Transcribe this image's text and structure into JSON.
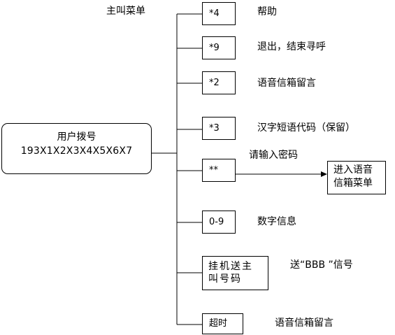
{
  "title": "主叫菜单",
  "start": {
    "line1": "用户拨号",
    "line2": "193X1X2X3X4X5X6X7"
  },
  "options": [
    {
      "code": "*4",
      "desc": "帮助"
    },
    {
      "code": "*9",
      "desc": "退出，结束寻呼"
    },
    {
      "code": "*2",
      "desc": "语音信箱留言"
    },
    {
      "code": "*3",
      "desc": "汉字短语代码（保留）"
    },
    {
      "code": "**",
      "desc": "请输入密码",
      "target": "进入语音信箱菜单"
    },
    {
      "code": "0-9",
      "desc": "数字信息"
    },
    {
      "code": "挂机送主叫号码",
      "desc": "送“BBB ”信号"
    },
    {
      "code": "超时",
      "desc": "语音信箱留言"
    }
  ]
}
